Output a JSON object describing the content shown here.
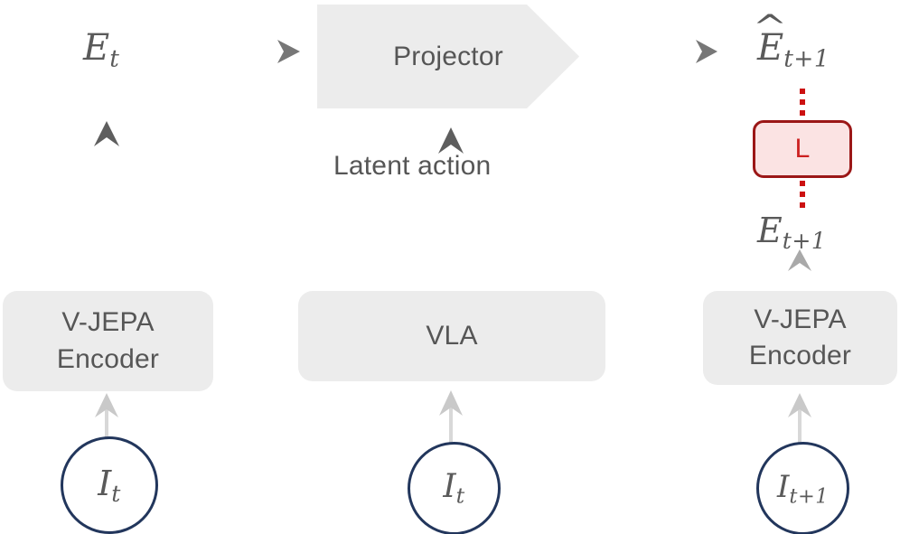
{
  "diagram": {
    "title": "V-JEPA latent world-model prediction pipeline",
    "background_color": "#ffffff",
    "palette": {
      "box_fill": "#ececec",
      "box_text": "#565656",
      "circle_stroke": "#22365c",
      "arrow_gray": "#6f6f6f",
      "arrow_light": "#cfcfcf",
      "loss_fill": "#fbe3e3",
      "loss_border": "#9b1717",
      "loss_text": "#cc2020",
      "dot_red": "#cc1111",
      "math_text": "#5a5a5a"
    }
  },
  "nodes": {
    "encoder_left": {
      "line1": "V-JEPA",
      "line2": "Encoder"
    },
    "vla": {
      "label": "VLA"
    },
    "encoder_right": {
      "line1": "V-JEPA",
      "line2": "Encoder"
    },
    "projector": {
      "label": "Projector"
    },
    "loss": {
      "label": "L"
    }
  },
  "inputs": {
    "image_left": {
      "base": "I",
      "sub": "t"
    },
    "image_mid": {
      "base": "I",
      "sub": "t+1_placeholder",
      "sub_text": "t"
    },
    "image_right": {
      "base": "I",
      "sub": "t+1"
    }
  },
  "embeddings": {
    "current": {
      "base": "E",
      "sub": "t",
      "hat": false
    },
    "predicted": {
      "base": "E",
      "sub": "t+1",
      "hat": true
    },
    "target": {
      "base": "E",
      "sub": "t+1",
      "hat": false
    }
  },
  "edge_labels": {
    "latent_action_line1": "Latent",
    "latent_action_line2": "action"
  },
  "icons": {
    "arrow_right": "arrow-right-icon",
    "arrow_up": "arrow-up-icon",
    "dots": "vertical-dots-icon"
  }
}
